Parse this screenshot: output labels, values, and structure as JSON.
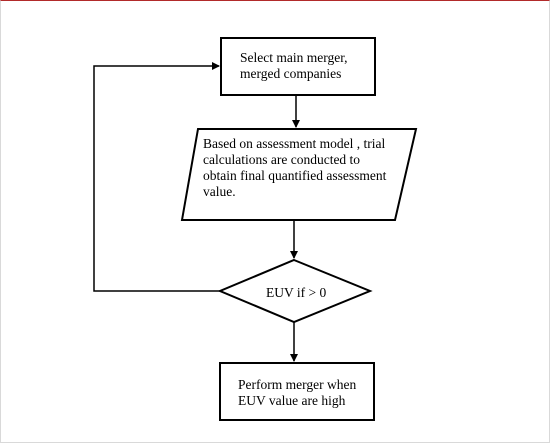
{
  "diagram": {
    "nodes": {
      "select": {
        "text": "Select main merger,\nmerged companies"
      },
      "calc": {
        "text": "Based on assessment model , trial\ncalculations are  conducted to\nobtain final quantified assessment\nvalue."
      },
      "decision": {
        "text": "EUV if  > 0"
      },
      "perform": {
        "text": "Perform merger when\nEUV value are high"
      }
    }
  }
}
